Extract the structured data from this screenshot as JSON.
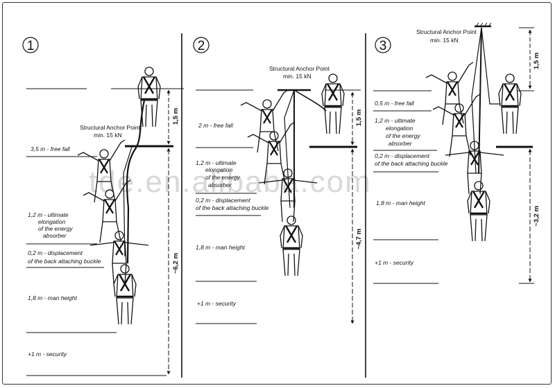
{
  "watermark": "tde.en.alibaba.com",
  "panels": [
    {
      "number": "1",
      "anchor_title": "Structural Anchor Point",
      "anchor_load": "min. 15 kN",
      "dim_top": "1,5 m",
      "dim_total": "~6,2 m",
      "free_fall": "3,5 m - free fall",
      "elong_lines": [
        "1,2 m - ultimate",
        "elongation",
        "of the energy",
        "absorber"
      ],
      "disp_lines": [
        "0,2 m - displacement",
        "of the back attaching buckle"
      ],
      "man_height": "1,8 m - man  height",
      "security": "+1 m - security"
    },
    {
      "number": "2",
      "anchor_title": "Structural Anchor Point",
      "anchor_load": "min. 15 kN",
      "dim_top": "1,5 m",
      "dim_total": "~4,7 m",
      "free_fall": "2 m - free fall",
      "elong_lines": [
        "1,2 m - ultimate",
        "elongation",
        "of the energy",
        "absorber"
      ],
      "disp_lines": [
        "0,2 m - displacement",
        "of the back attaching buckle"
      ],
      "man_height": "1,8 m - man height",
      "security": "+1 m - security"
    },
    {
      "number": "3",
      "anchor_title": "Structural Anchor Point",
      "anchor_load": "min. 15 kN",
      "dim_top": "1,5 m",
      "dim_total": "~3,2 m",
      "free_fall": "0,5 m - free fall",
      "elong_lines": [
        "1,2 m - ultimate",
        "elongation",
        "of the energy",
        "absorber"
      ],
      "disp_lines": [
        "0,2 m - displacement",
        "of the back attaching buckle"
      ],
      "man_height": "1,8 m - man  height",
      "security": "+1 m - security"
    }
  ]
}
